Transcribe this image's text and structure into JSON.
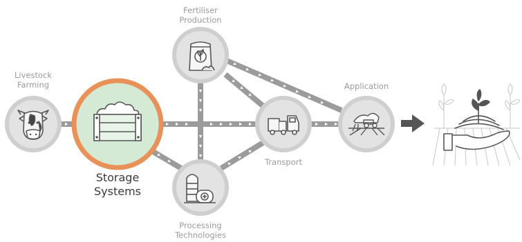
{
  "nodes": {
    "livestock": {
      "line1": "Livestock",
      "line2": "Farming",
      "icon": "cow-icon"
    },
    "storage": {
      "line1": "Storage",
      "line2": "Systems",
      "icon": "manure-crate-icon",
      "highlight": "#e8925a",
      "fill": "#d5ead5"
    },
    "fertiliser": {
      "line1": "Fertiliser",
      "line2": "Production",
      "icon": "fertiliser-bag-icon"
    },
    "processing": {
      "line1": "Processing",
      "line2": "Technologies",
      "icon": "biogas-tank-icon"
    },
    "transport": {
      "label": "Transport",
      "icon": "truck-icon"
    },
    "application": {
      "label": "Application",
      "icon": "tractor-icon"
    }
  },
  "outcome": {
    "icon": "hand-holding-sprout-icon"
  },
  "colors": {
    "road": "#9b9b9b",
    "node_ring": "#cfcfcf",
    "node_fill": "#e3e3e3",
    "arrow": "#555555"
  }
}
